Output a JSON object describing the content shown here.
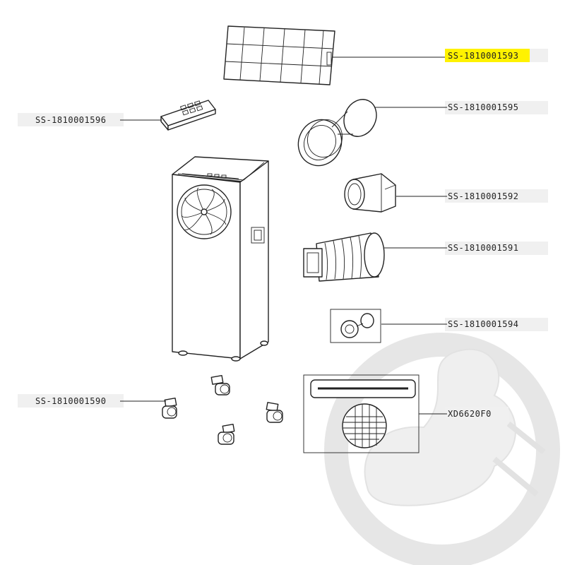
{
  "labels": {
    "filter": "SS-1810001593",
    "remote": "SS-1810001596",
    "window_ring": "SS-1810001595",
    "hose_adapter": "SS-1810001592",
    "hose": "SS-1810001591",
    "connector": "SS-1810001594",
    "caster": "SS-1810001590",
    "kit": "XD6620F0"
  },
  "highlight": {
    "label": "filter",
    "color": "#fff200"
  },
  "colors": {
    "line": "#222222",
    "label_band": "#f0f0f0",
    "watermark": "#e6e6e6"
  }
}
